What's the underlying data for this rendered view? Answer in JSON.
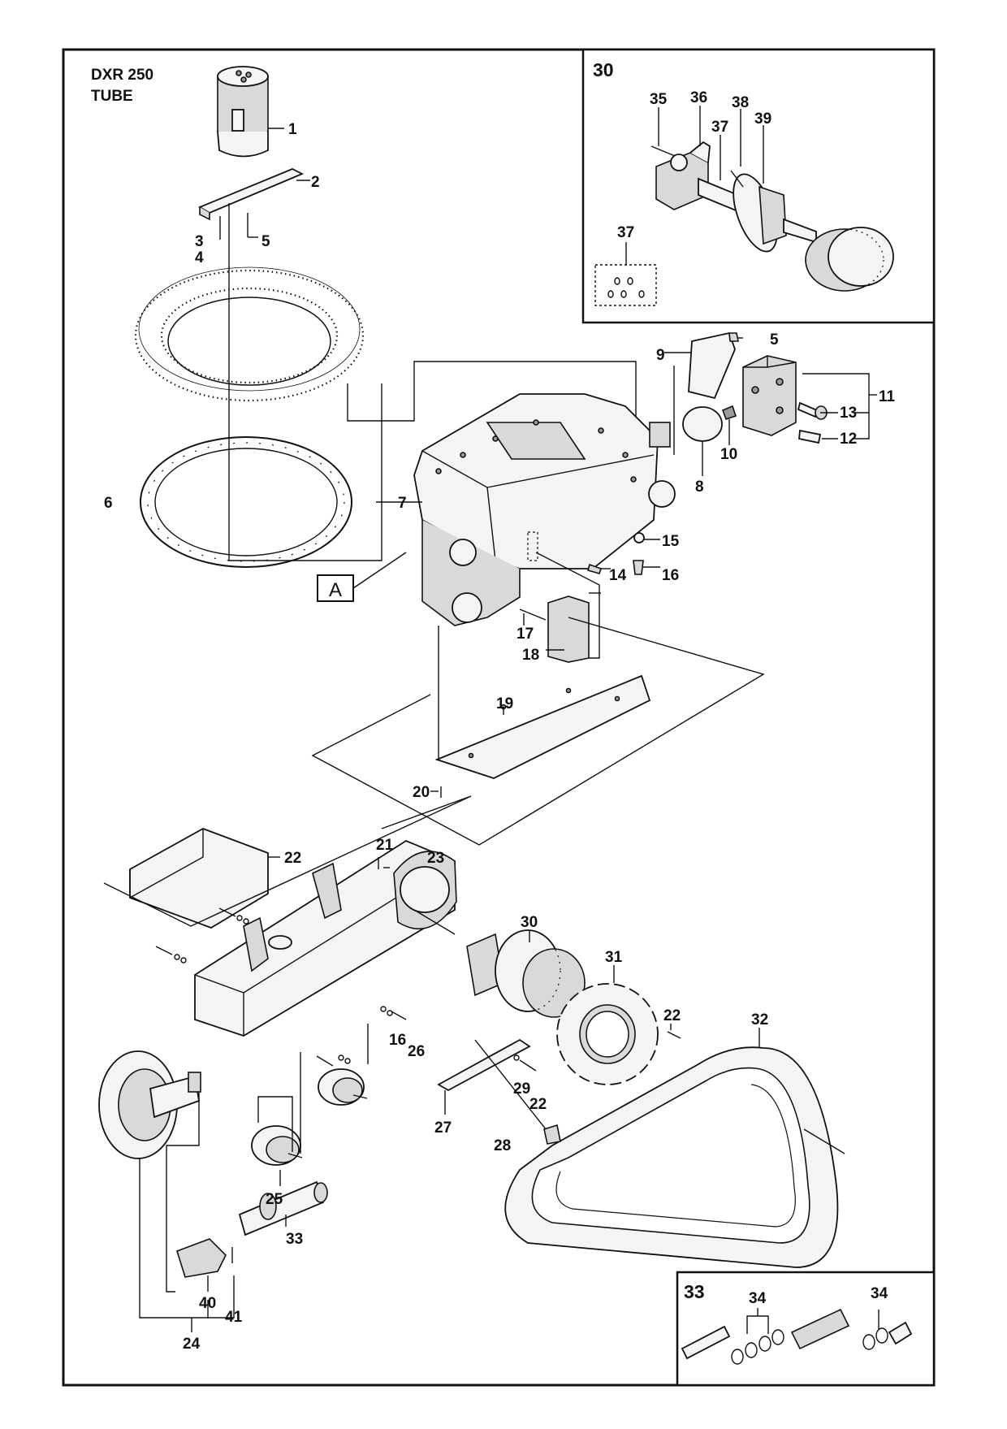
{
  "title": {
    "line1": "DXR 250",
    "line2": "TUBE"
  },
  "ref_box": "A",
  "inset_30": {
    "number": "30",
    "labels": [
      "35",
      "36",
      "37",
      "38",
      "39",
      "37"
    ]
  },
  "inset_33": {
    "number": "33",
    "labels": [
      "34",
      "34"
    ]
  },
  "callouts": [
    "1",
    "2",
    "3",
    "4",
    "5",
    "5",
    "9",
    "11",
    "13",
    "10",
    "12",
    "8",
    "6",
    "7",
    "15",
    "14",
    "16",
    "17",
    "18",
    "19",
    "20",
    "22",
    "21",
    "23",
    "30",
    "31",
    "22",
    "32",
    "16",
    "26",
    "29",
    "22",
    "27",
    "28",
    "25",
    "33",
    "40",
    "41",
    "24"
  ]
}
